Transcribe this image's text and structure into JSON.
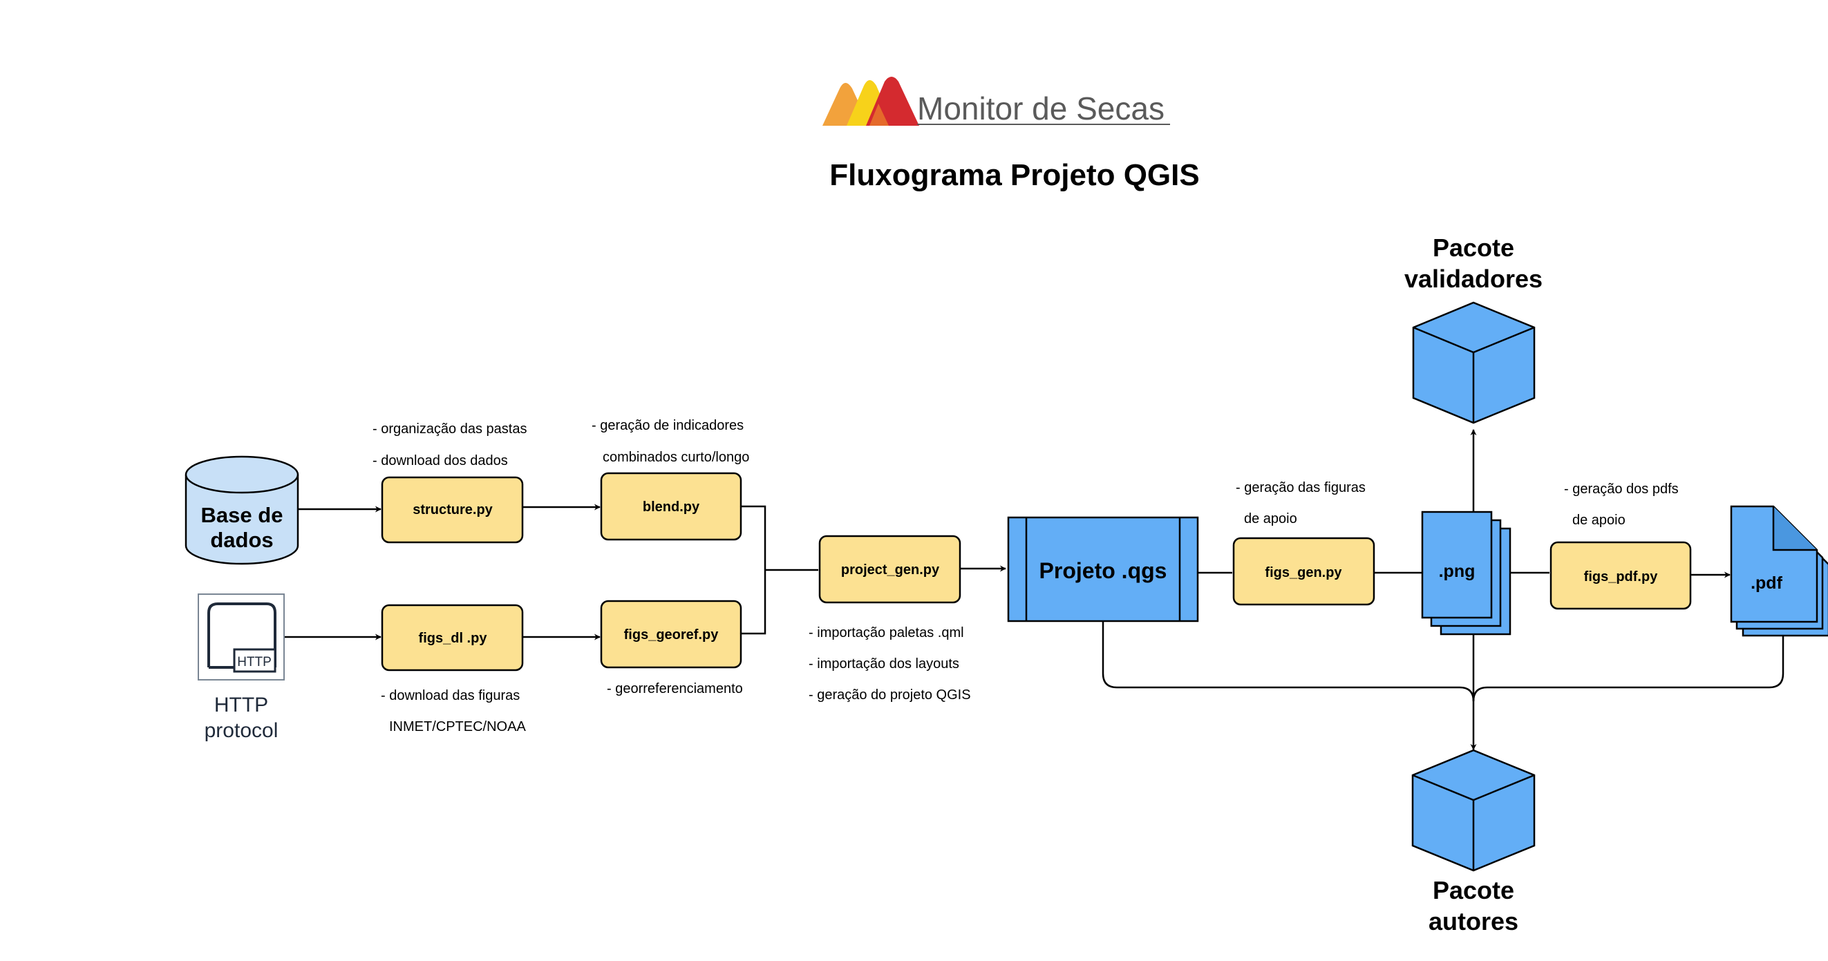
{
  "header": {
    "brand_name": "Monitor de Secas",
    "title": "Fluxograma Projeto QGIS"
  },
  "colors": {
    "script_fill": "#fce192",
    "blue_fill": "#63aef6",
    "db_fill": "#c8e0f7",
    "stroke": "#000000"
  },
  "nodes": {
    "base_de_dados": [
      "Base de",
      "dados"
    ],
    "http_protocol": [
      "HTTP",
      "protocol"
    ],
    "http_icon_label": "HTTP",
    "structure": "structure.py",
    "blend": "blend.py",
    "figs_dl": "figs_dl .py",
    "figs_georef": "figs_georef.py",
    "project_gen": "project_gen.py",
    "projeto_qgs": "Projeto .qgs",
    "figs_gen": "figs_gen.py",
    "png": ".png",
    "figs_pdf": "figs_pdf.py",
    "pdf": ".pdf",
    "pacote_validadores": [
      "Pacote",
      "validadores"
    ],
    "pacote_autores": [
      "Pacote",
      "autores"
    ]
  },
  "notes": {
    "structure": [
      "- organização das pastas",
      "- download dos dados"
    ],
    "blend": [
      "- geração de indicadores",
      "combinados curto/longo"
    ],
    "figs_dl": [
      "- download das figuras",
      "INMET/CPTEC/NOAA"
    ],
    "figs_georef": [
      "- georreferenciamento"
    ],
    "project_gen": [
      "- importação paletas .qml",
      "- importação dos layouts",
      "- geração do projeto QGIS"
    ],
    "figs_gen": [
      "- geração das figuras",
      "de apoio"
    ],
    "figs_pdf": [
      "- geração dos pdfs",
      "de apoio"
    ]
  }
}
